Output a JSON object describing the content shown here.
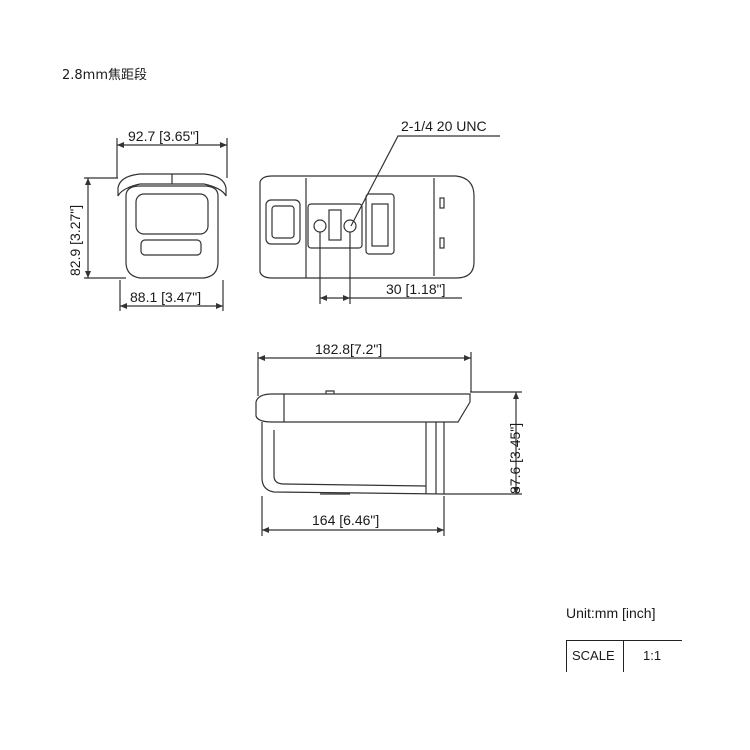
{
  "title": "2.8mm焦距段",
  "front_view": {
    "width_label": "92.7 [3.65\"]",
    "height_label": "82.9 [3.27\"]",
    "bottom_width_label": "88.1 [3.47\"]"
  },
  "bottom_view": {
    "thread_label": "2-1/4 20 UNC",
    "spacing_label": "30 [1.18\"]"
  },
  "side_view": {
    "length_label": "182.8[7.2\"]",
    "height_label": "87.6 [3.45\"]",
    "body_length_label": "164 [6.46\"]"
  },
  "unit_label": "Unit:mm [inch]",
  "scale": {
    "label": "SCALE",
    "value": "1:1"
  },
  "colors": {
    "line": "#333333",
    "dim": "#1a1a1a"
  }
}
